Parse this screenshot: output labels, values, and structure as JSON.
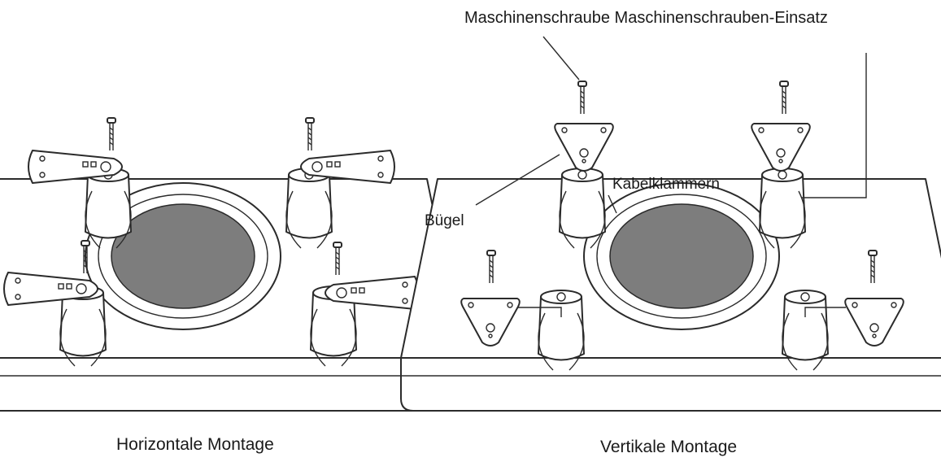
{
  "labels": {
    "screw_and_insert": "Maschinenschraube Maschinenschrauben-Einsatz",
    "cable_clamps": "Kabelklammern",
    "bracket": "Bügel"
  },
  "captions": {
    "horizontal": "Horizontale Montage",
    "vertical": "Vertikale Montage"
  }
}
